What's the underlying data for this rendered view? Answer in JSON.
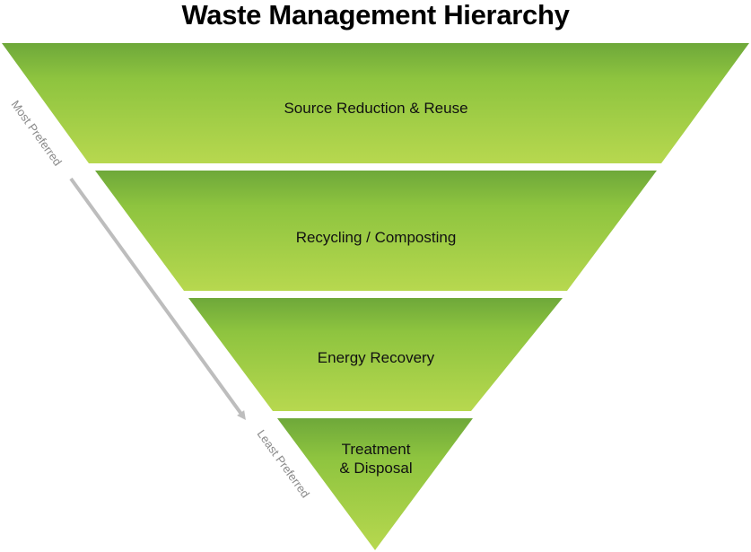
{
  "title": "Waste Management Hierarchy",
  "tiers": [
    {
      "lines": [
        "Source Reduction & Reuse"
      ]
    },
    {
      "lines": [
        "Recycling / Composting"
      ]
    },
    {
      "lines": [
        "Energy Recovery"
      ]
    },
    {
      "lines": [
        "Treatment",
        "& Disposal"
      ]
    }
  ],
  "arrow": {
    "start_label": "Most Preferred",
    "end_label": "Least Preferred",
    "color": "#bdbdbd"
  },
  "colors": {
    "tier_top": "#6ea83a",
    "tier_bottom": "#b7d84f",
    "text": "#111111",
    "arrow_text": "#8a8a8a"
  }
}
